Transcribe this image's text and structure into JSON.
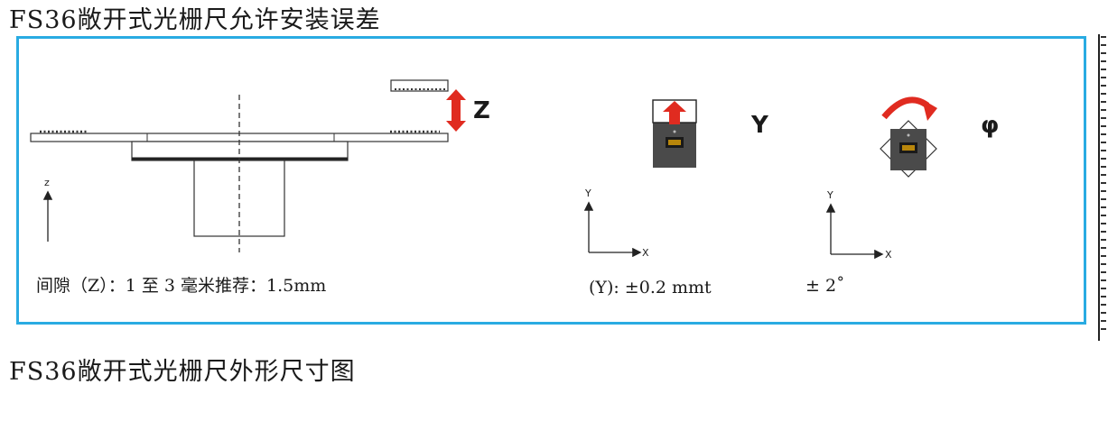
{
  "title_top": "FS36敞开式光栅尺允许安装误差",
  "title_bottom": "FS36敞开式光栅尺外形尺寸图",
  "gap_caption": "间隙（Z）：1 至 3 毫米推荐：1.5mm",
  "y_caption": "(Y): ±0.2 mmt",
  "phi_caption": "± 2˚",
  "label_z": "Z",
  "label_y": "Y",
  "label_phi": "φ",
  "axis_z_small": "z",
  "axis_y_small": "Y",
  "axis_x_small": "X",
  "colors": {
    "frame": "#29abe2",
    "arrow": "#e02b20",
    "reader": "#4a4a4a"
  }
}
